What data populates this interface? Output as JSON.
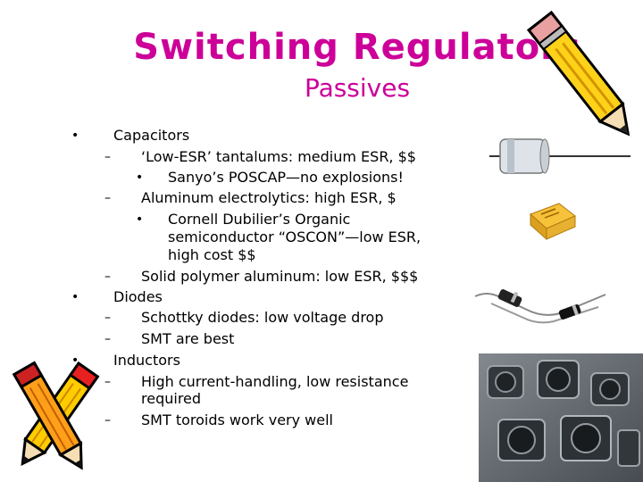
{
  "slide": {
    "title": "Switching Regulators",
    "subtitle": "Passives"
  },
  "bullets": {
    "l1_marker": "•",
    "l2_marker": "–",
    "l3_marker": "•"
  },
  "content": {
    "capacitors": "Capacitors",
    "low_esr_tantalums": "‘Low-ESR’ tantalums:  medium ESR, $$",
    "poscap": "Sanyo’s POSCAP—no explosions!",
    "aluminum": "Aluminum electrolytics:  high ESR, $",
    "oscon_1": "Cornell Dubilier’s Organic",
    "oscon_2": "semiconductor “OSCON”—low ESR,",
    "oscon_3": "high cost $$",
    "solid_polymer": "Solid polymer aluminum:  low ESR, $$$",
    "diodes": "Diodes",
    "schottky": "Schottky diodes:  low voltage drop",
    "smt_best": "SMT are best",
    "inductors": "Inductors",
    "inductor_1a": "High current-handling, low resistance",
    "inductor_1b": "required",
    "toroids": "SMT toroids work very well"
  },
  "images": {
    "pencil_top": "pencil-icon",
    "pencils_bottom": "crossed-pencils-icon",
    "capacitor": "electrolytic-capacitor-photo",
    "tantalum": "tantalum-capacitor-photo",
    "diodes": "diodes-photo",
    "inductors": "smt-inductors-photo"
  },
  "colors": {
    "title": "#cc0099"
  }
}
